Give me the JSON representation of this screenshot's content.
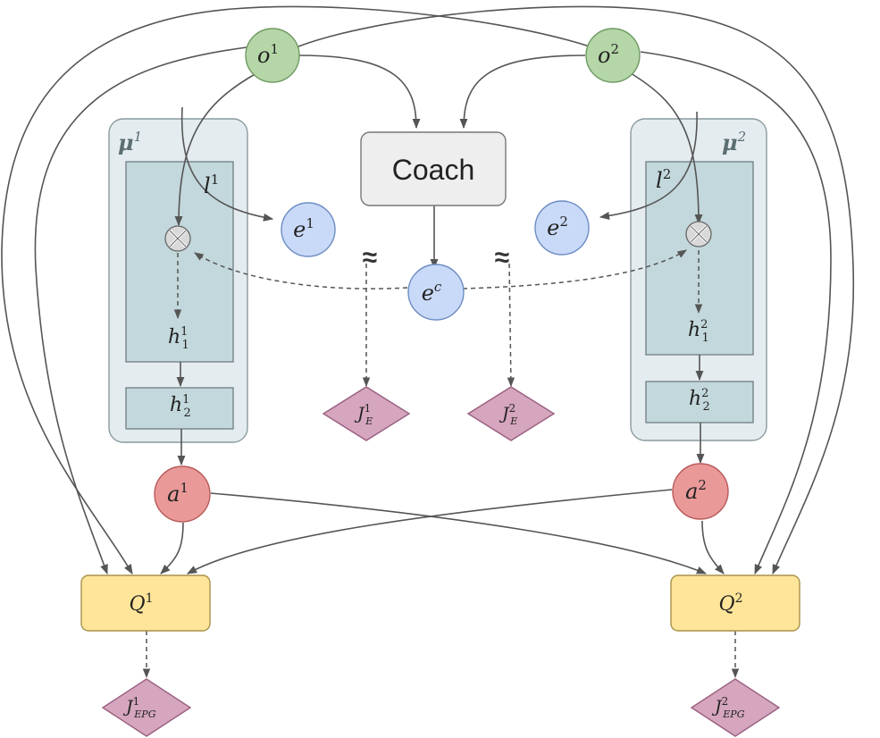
{
  "colors": {
    "observation": "#b5d6a7",
    "observation_stroke": "#6f9a63",
    "embedding": "#c9daf8",
    "embedding_stroke": "#6d8cc4",
    "action": "#ea9999",
    "action_stroke": "#b85a5a",
    "loss": "#d5a6bd",
    "loss_stroke": "#9a5f80",
    "critic": "#ffe599",
    "critic_stroke": "#a8924a",
    "policy_outer": "#e4ecef",
    "policy_inner": "#c3d8dc",
    "coach": "#eeeeee",
    "edge": "#555555"
  },
  "nodes": {
    "o1": {
      "base": "o",
      "sup": "1"
    },
    "o2": {
      "base": "o",
      "sup": "2"
    },
    "coach": "Coach",
    "mu1": {
      "base": "μ",
      "sup": "1"
    },
    "mu2": {
      "base": "μ",
      "sup": "2"
    },
    "l1": {
      "base": "l",
      "sup": "1"
    },
    "l2": {
      "base": "l",
      "sup": "2"
    },
    "e1": {
      "base": "e",
      "sup": "1"
    },
    "e2": {
      "base": "e",
      "sup": "2"
    },
    "ec": {
      "base": "e",
      "sup": "c"
    },
    "h1_1": {
      "base": "h",
      "sup": "1",
      "sub": "1"
    },
    "h2_1": {
      "base": "h",
      "sup": "1",
      "sub": "2"
    },
    "h1_2": {
      "base": "h",
      "sup": "2",
      "sub": "1"
    },
    "h2_2": {
      "base": "h",
      "sup": "2",
      "sub": "2"
    },
    "a1": {
      "base": "a",
      "sup": "1"
    },
    "a2": {
      "base": "a",
      "sup": "2"
    },
    "JE1": {
      "base": "J",
      "sup": "1",
      "sub": "E"
    },
    "JE2": {
      "base": "J",
      "sup": "2",
      "sub": "E"
    },
    "Q1": {
      "base": "Q",
      "sup": "1"
    },
    "Q2": {
      "base": "Q",
      "sup": "2"
    },
    "JEPG1": {
      "base": "J",
      "sup": "1",
      "sub": "EPG"
    },
    "JEPG2": {
      "base": "J",
      "sup": "2",
      "sub": "EPG"
    },
    "approx_symbol": "≈"
  }
}
